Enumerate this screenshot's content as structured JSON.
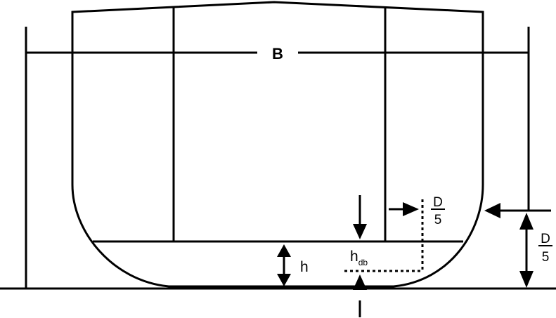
{
  "labels": {
    "breadth": "B",
    "h": "h",
    "hdb_main": "h",
    "hdb_sub": "db",
    "frac_small_num": "D",
    "frac_small_den": "5",
    "frac_right_num": "D",
    "frac_right_den": "5"
  }
}
